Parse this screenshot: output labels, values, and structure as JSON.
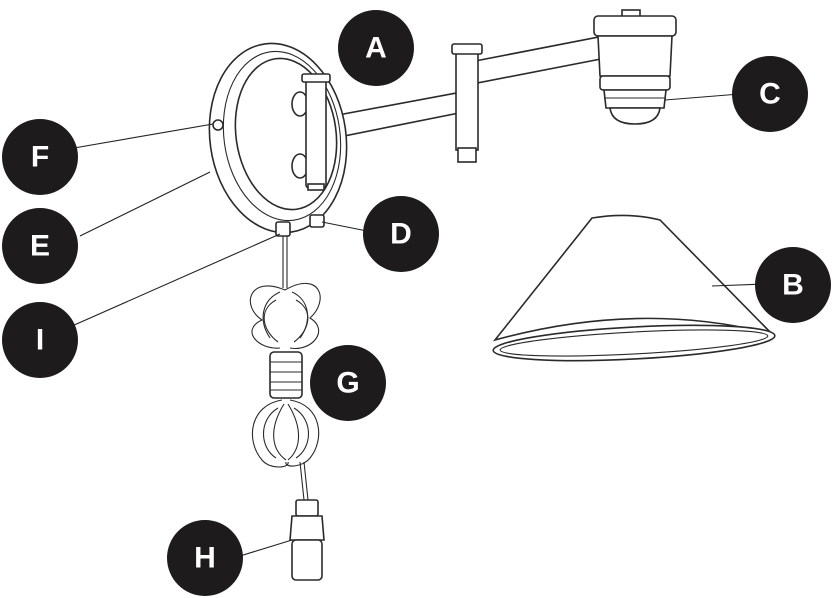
{
  "labels": {
    "A": "A",
    "B": "B",
    "C": "C",
    "D": "D",
    "E": "E",
    "F": "F",
    "G": "G",
    "H": "H",
    "I": "I"
  },
  "colors": {
    "badge": "#1d1b1b",
    "badge_text": "#ffffff",
    "line": "#2a2a2a"
  }
}
